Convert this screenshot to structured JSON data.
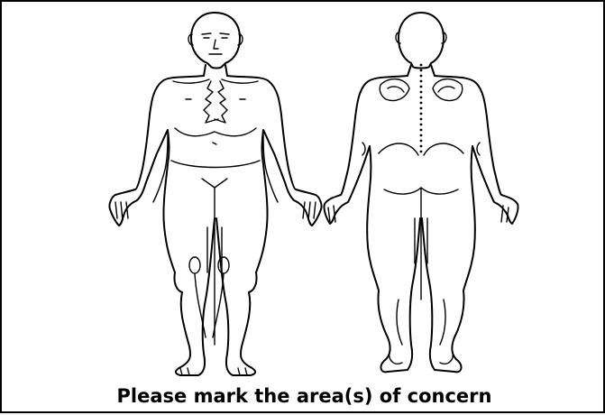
{
  "caption": "Please mark the area(s) of concern",
  "figures": {
    "front": {
      "icon": "human-body-front-outline"
    },
    "back": {
      "icon": "human-body-back-outline"
    }
  },
  "colors": {
    "ink": "#000000",
    "background": "#ffffff"
  }
}
